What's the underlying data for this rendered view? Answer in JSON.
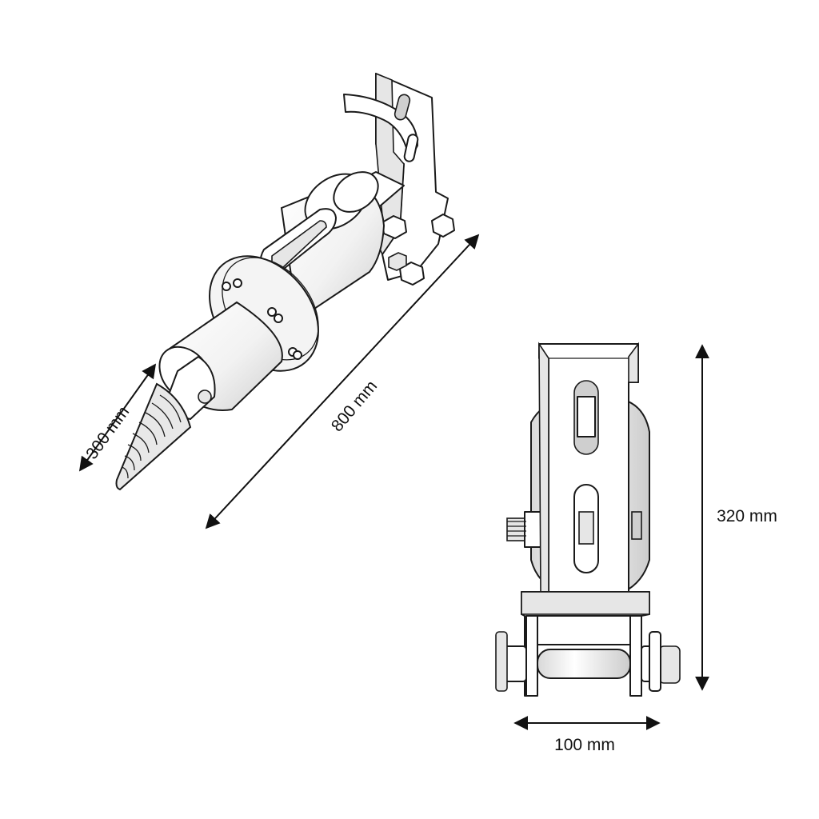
{
  "drawing": {
    "dimensions": {
      "cone_length": "300 mm",
      "overall_length": "800 mm",
      "height": "320 mm",
      "width": "100 mm"
    }
  }
}
